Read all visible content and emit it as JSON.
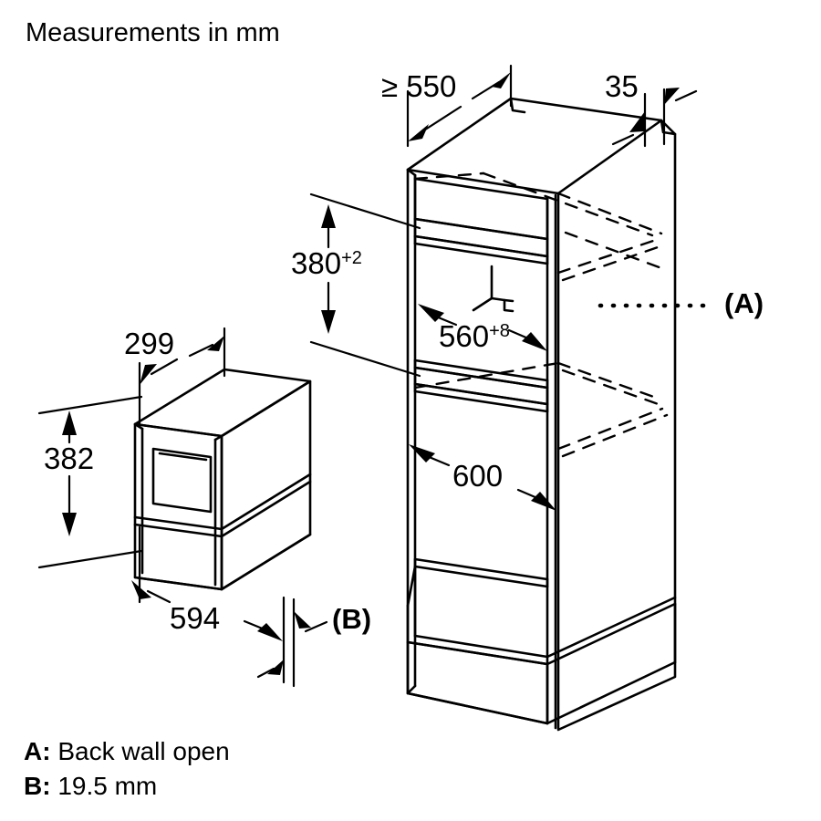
{
  "title": "Measurements in mm",
  "units": "mm",
  "diagram": {
    "type": "installation-dimension-drawing",
    "appliance": "built-in microwave oven",
    "views": [
      "appliance-isometric",
      "cabinet-niche-isometric"
    ]
  },
  "dimensions": {
    "niche_depth": {
      "label": "≥ 550",
      "value": "550",
      "qualifier": "≥"
    },
    "cabinet_side_thickness": {
      "label": "35",
      "value": "35"
    },
    "niche_height": {
      "label": "380",
      "tolerance": "+2"
    },
    "niche_width": {
      "label": "560",
      "tolerance": "+8"
    },
    "cabinet_width": {
      "label": "600",
      "value": "600"
    },
    "appliance_depth": {
      "label": "299",
      "value": "299"
    },
    "appliance_height": {
      "label": "382",
      "value": "382"
    },
    "appliance_width": {
      "label": "594",
      "value": "594"
    }
  },
  "callouts": {
    "a": "(A)",
    "b": "(B)"
  },
  "legend": [
    {
      "key": "A:",
      "text": "Back wall open"
    },
    {
      "key": "B:",
      "text": "19.5 mm"
    }
  ],
  "colors": {
    "stroke": "#000000",
    "background": "#ffffff"
  }
}
